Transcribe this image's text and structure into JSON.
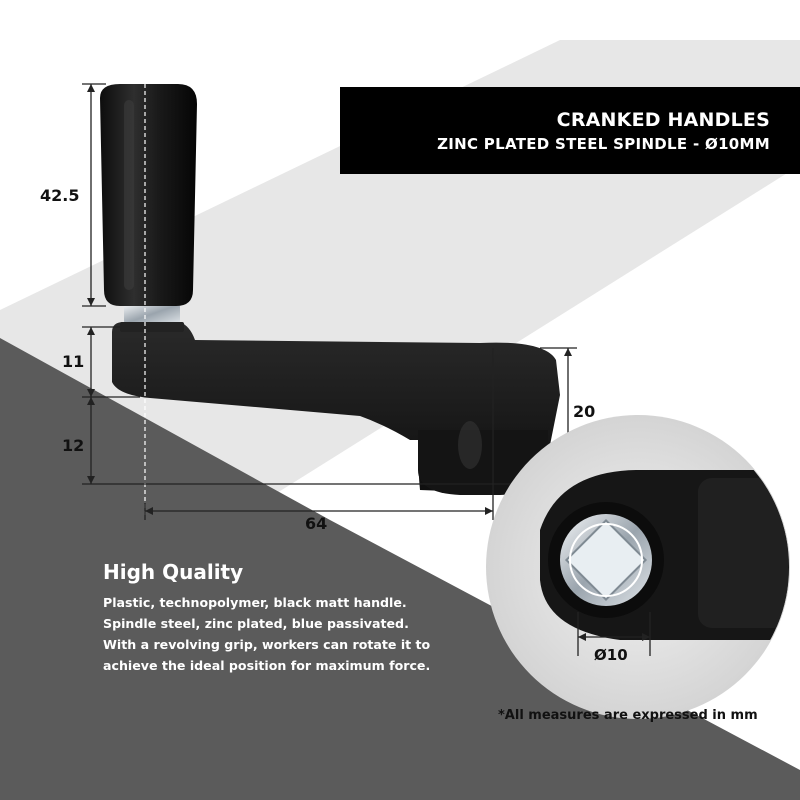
{
  "banner": {
    "title": "CRANKED HANDLES",
    "subtitle": "ZINC PLATED STEEL SPINDLE - Ø10MM"
  },
  "dimensions": {
    "grip_height": "42.5",
    "arm_thickness": "11",
    "spindle_offset": "12",
    "hub_height": "20",
    "arm_length": "64",
    "spindle_diameter": "Ø10"
  },
  "quality": {
    "heading": "High Quality",
    "lines": [
      "Plastic, technopolymer, black matt handle.",
      "Spindle steel, zinc plated, blue passivated.",
      "With a revolving grip, workers can rotate it to",
      "achieve the ideal position for maximum force."
    ]
  },
  "footnote": "*All measures are expressed in mm",
  "colors": {
    "band_light": "#e6e6e6",
    "band_dark": "#5a5a5a",
    "banner": "#000000",
    "handle": "#1a1a1a"
  }
}
